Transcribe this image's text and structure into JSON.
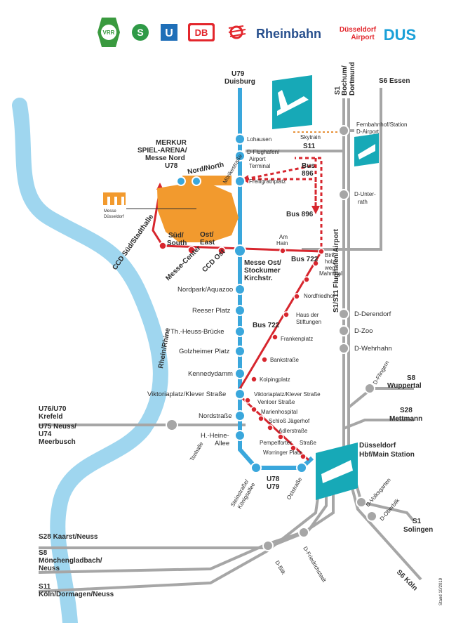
{
  "colors": {
    "u_line": "#3aa7dc",
    "bus_line": "#d7262e",
    "s_line": "#a6a6a6",
    "river": "#9fd6ef",
    "airport_teal": "#17a9b7",
    "messe_orange": "#f29a2e",
    "skytrain": "#e8923a",
    "rheinbahn_red": "#e3262c",
    "db_red": "#e3262c",
    "vrr_green": "#3a9a3f",
    "dus_blue": "#1aa0d8"
  },
  "logos": {
    "vrr": "VRR",
    "s": "S",
    "u": "U",
    "db": "DB",
    "rheinbahn": "Rheinbahn",
    "airport_line1": "Düsseldorf",
    "airport_line2": "Airport",
    "dus": "DUS"
  },
  "icons": [
    "airplane-icon",
    "train-icon",
    "messe-icon"
  ],
  "labels": {
    "u79_top": "U79",
    "duisburg": "Duisburg",
    "s1_top": "S1",
    "bochum": "Bochum/",
    "dortmund": "Dortmund",
    "s6_essen": "S6 Essen",
    "fernbahnhof": "Fernbahnhof/Station",
    "d_airport": "D-Airport",
    "skytrain": "Skytrain",
    "s11": "S11",
    "lohausen": "Lohausen",
    "d_flughafen": "D-Flughafen/",
    "airport": "Airport",
    "terminal": "Terminal",
    "bus896_a": "Bus",
    "bus896_b": "896",
    "bus896_c": "Bus 896",
    "merkur1": "MERKUR",
    "merkur2": "SPIEL-ARENA/",
    "merkur3": "Messe Nord",
    "merkur4": "U78",
    "nord": "Nord/North",
    "moerikestr": "Mörikestraße",
    "freiligrathplatz": "Freiligrathplatz",
    "d_unterrath1": "D-Unter-",
    "d_unterrath2": "rath",
    "messe_logo_label1": "Messe",
    "messe_logo_label2": "Düsseldorf",
    "sued": "Süd/",
    "south": "South",
    "ost": "Ost/",
    "east": "East",
    "am_hain1": "Am",
    "am_hain2": "Hain",
    "ccd_sued": "CCD Süd/Stadthalle",
    "messe_center": "Messe-Center",
    "ccd_ost": "CCD Ost",
    "messe_ost1": "Messe Ost/",
    "messe_ost2": "Stockumer",
    "messe_ost3": "Kirchstr.",
    "bus722_a": "Bus 722",
    "birk1": "Birk-",
    "birk2": "holz-",
    "birk3": "weg",
    "mahnmal": "Mahnmal",
    "s1_s11_flughafen": "S1/S11 Flughafen/Airport",
    "nordpark": "Nordpark/Aquazoo",
    "nordfriedhof": "Nordfriedhof",
    "reeser": "Reeser Platz",
    "haus1": "Haus der",
    "haus2": "Stiftungen",
    "bus722_b": "Bus 722",
    "d_derendorf": "D-Derendorf",
    "heuss": "Th.-Heuss-Brücke",
    "d_zoo": "D-Zoo",
    "frankenplatz": "Frankenplatz",
    "golzheimer": "Golzheimer Platz",
    "d_wehrhahn": "D-Wehrhahn",
    "rhein": "Rhein/Rhine",
    "bankstrasse": "Bankstraße",
    "kennedydamm": "Kennedydamm",
    "d_flingern": "D-Flingern",
    "kolpingplatz": "Kolpingplatz",
    "s8": "S8",
    "wuppertal": "Wuppertal",
    "viktoriaplatz": "Viktoriaplatz/Klever Straße",
    "viktoriaplatz_bus": "Viktoriaplatz/Klever Straße",
    "venloer": "Venloer Straße",
    "s28": "S28",
    "mettmann": "Mettmann",
    "marienhospital": "Marienhospital",
    "u76": "U76/U70",
    "krefeld": "Krefeld",
    "u75": "U75 Neuss/",
    "u74": "U74",
    "meerbusch": "Meerbusch",
    "nordstrasse": "Nordstraße",
    "schloss": "Schloß Jägerhof",
    "adlerstrasse": "Adlerstraße",
    "tonhalle": "Tonhalle",
    "heine1": "H.-Heine-",
    "heine2": "Allee",
    "pempelforter": "Pempelforter",
    "strasse": "Straße",
    "hbf1": "Düsseldorf",
    "hbf2": "Hbf/Main Station",
    "worringer": "Worringer Platz",
    "u78": "U78",
    "u79": "U79",
    "steinstrasse1": "Steinstraße/",
    "steinstrasse2": "Königsallee",
    "oststrasse": "Oststraße",
    "volksgarten": "D-Volksgarten",
    "oberbilk": "D-Oberbilk",
    "s1_sol": "S1",
    "solingen": "Solingen",
    "s28_kaarst": "S28 Kaarst/Neuss",
    "s8_mg1": "S8",
    "s8_mg2": "Mönchengladbach/",
    "s8_mg3": "Neuss",
    "bilk": "D-Bilk",
    "friedrichstadt": "D-Friedrichstadt",
    "s6_koeln": "S6 Köln",
    "s11_koeln1": "S11",
    "s11_koeln2": "Köln/Dormagen/Neuss",
    "stand": "Stand 10/2019"
  }
}
